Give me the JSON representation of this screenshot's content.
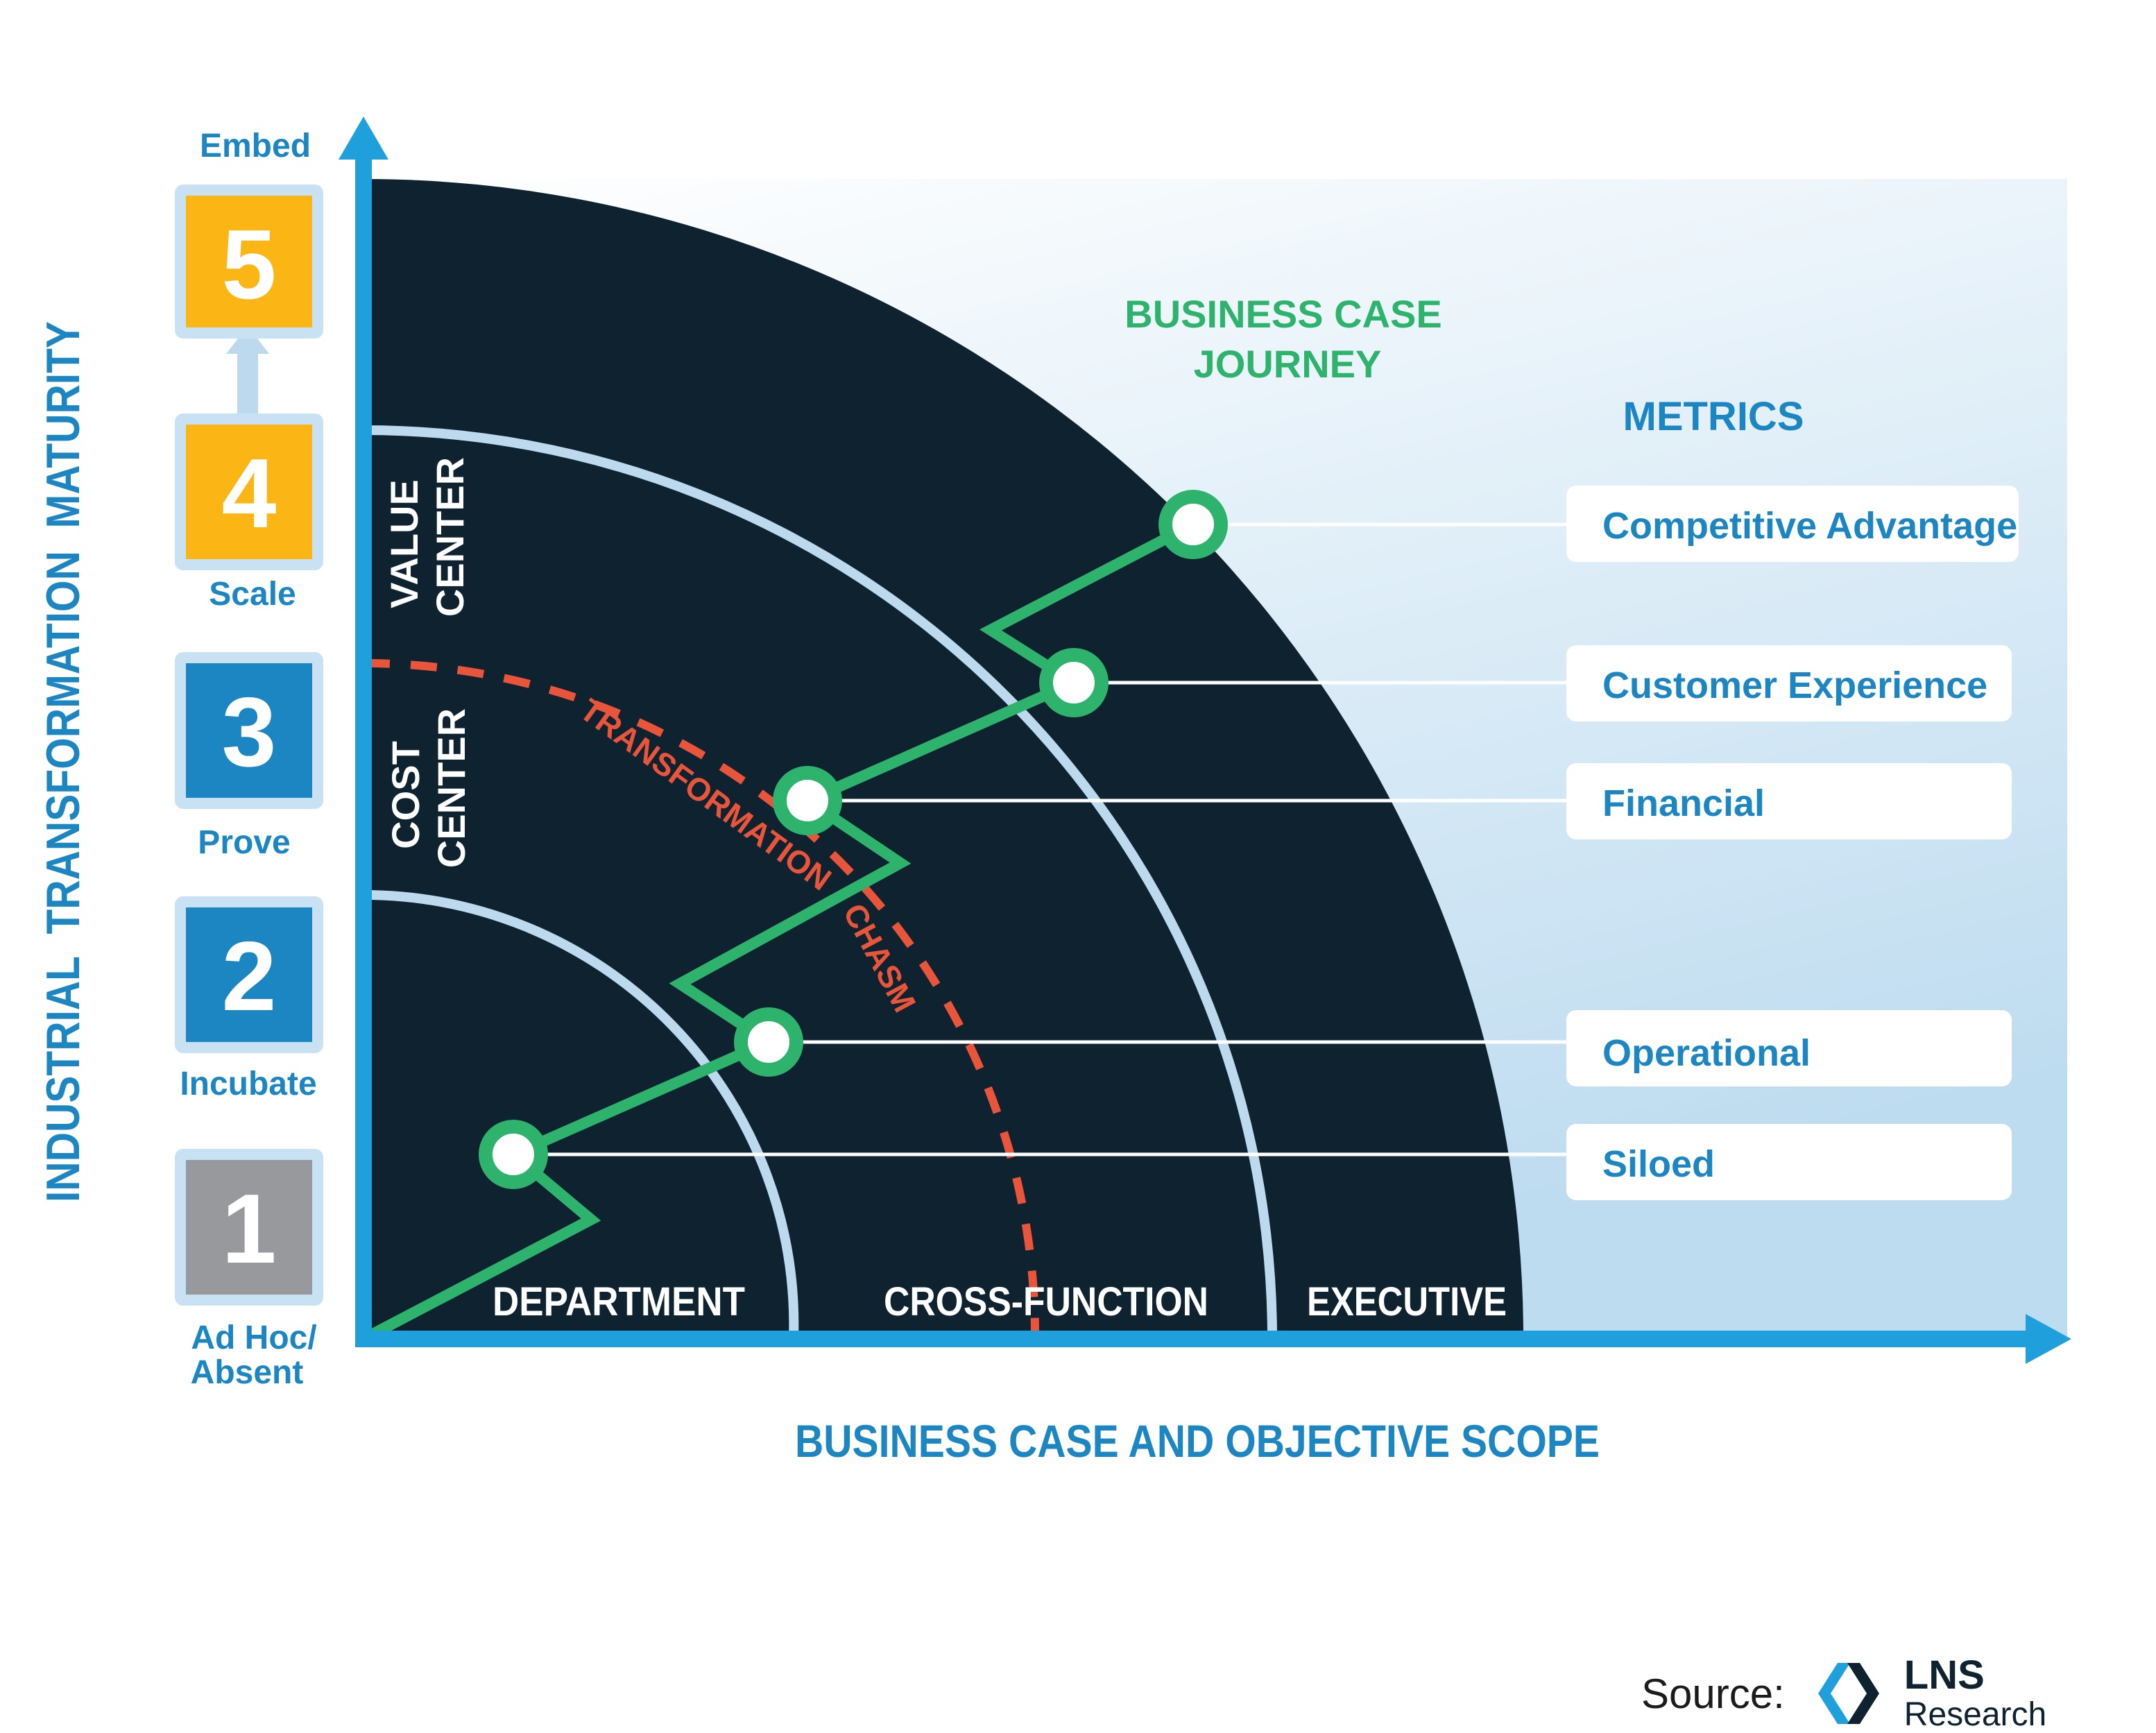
{
  "colors": {
    "navy": "#0e2230",
    "axis_blue": "#1fa0dc",
    "label_blue": "#1b86c2",
    "green": "#2db36b",
    "red_dashed": "#e8553a",
    "level_gold": "#fbb615",
    "level_blue": "#1b86c2",
    "level_gray": "#97999c",
    "ring_light": "#bcd9ee",
    "bg_gradient_start": "#ffffff",
    "bg_gradient_end": "#bedcf0"
  },
  "y_axis": {
    "title": "INDUSTRIAL  TRANSFORMATION  MATURITY",
    "levels": [
      {
        "number": "5",
        "label": "Embed",
        "color": "#fbb615"
      },
      {
        "number": "4",
        "label": "Scale",
        "color": "#fbb615"
      },
      {
        "number": "3",
        "label": "Prove",
        "color": "#1b86c2"
      },
      {
        "number": "2",
        "label": "Incubate",
        "color": "#1b86c2"
      },
      {
        "number": "1",
        "label_line1": "Ad Hoc/",
        "label_line2": "Absent",
        "color": "#97999c"
      }
    ]
  },
  "x_axis": {
    "title": "BUSINESS CASE AND OBJECTIVE SCOPE",
    "zones": [
      "DEPARTMENT",
      "CROSS-FUNCTION",
      "EXECUTIVE"
    ]
  },
  "inner_labels": {
    "value_center_1": "VALUE",
    "value_center_2": "CENTER",
    "cost_center_1": "COST",
    "cost_center_2": "CENTER",
    "chasm_1": "TRANSFORMATION",
    "chasm_2": "CHASM"
  },
  "journey": {
    "title_line1": "BUSINESS CASE",
    "title_line2": "JOURNEY"
  },
  "metrics": {
    "title": "METRICS",
    "items": [
      "Competitive Advantage",
      "Customer Experience",
      "Financial",
      "Operational",
      "Siloed"
    ]
  },
  "source": {
    "label": "Source:",
    "brand_top": "LNS",
    "brand_bottom": "Research"
  }
}
